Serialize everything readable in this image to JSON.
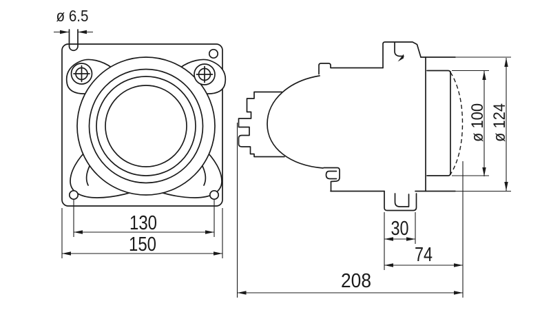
{
  "drawing": {
    "background_color": "#ffffff",
    "line_color": "#1b1b1b",
    "front_view": {
      "dims": {
        "slot_diameter": "ø 6.5",
        "hole_spacing": "130",
        "flange_width": "150"
      }
    },
    "side_view": {
      "dims": {
        "bracket_width": "30",
        "bracket_to_lens": "74",
        "total_depth": "208",
        "lens_diameter": "ø 100",
        "bezel_diameter": "ø 124"
      }
    }
  }
}
